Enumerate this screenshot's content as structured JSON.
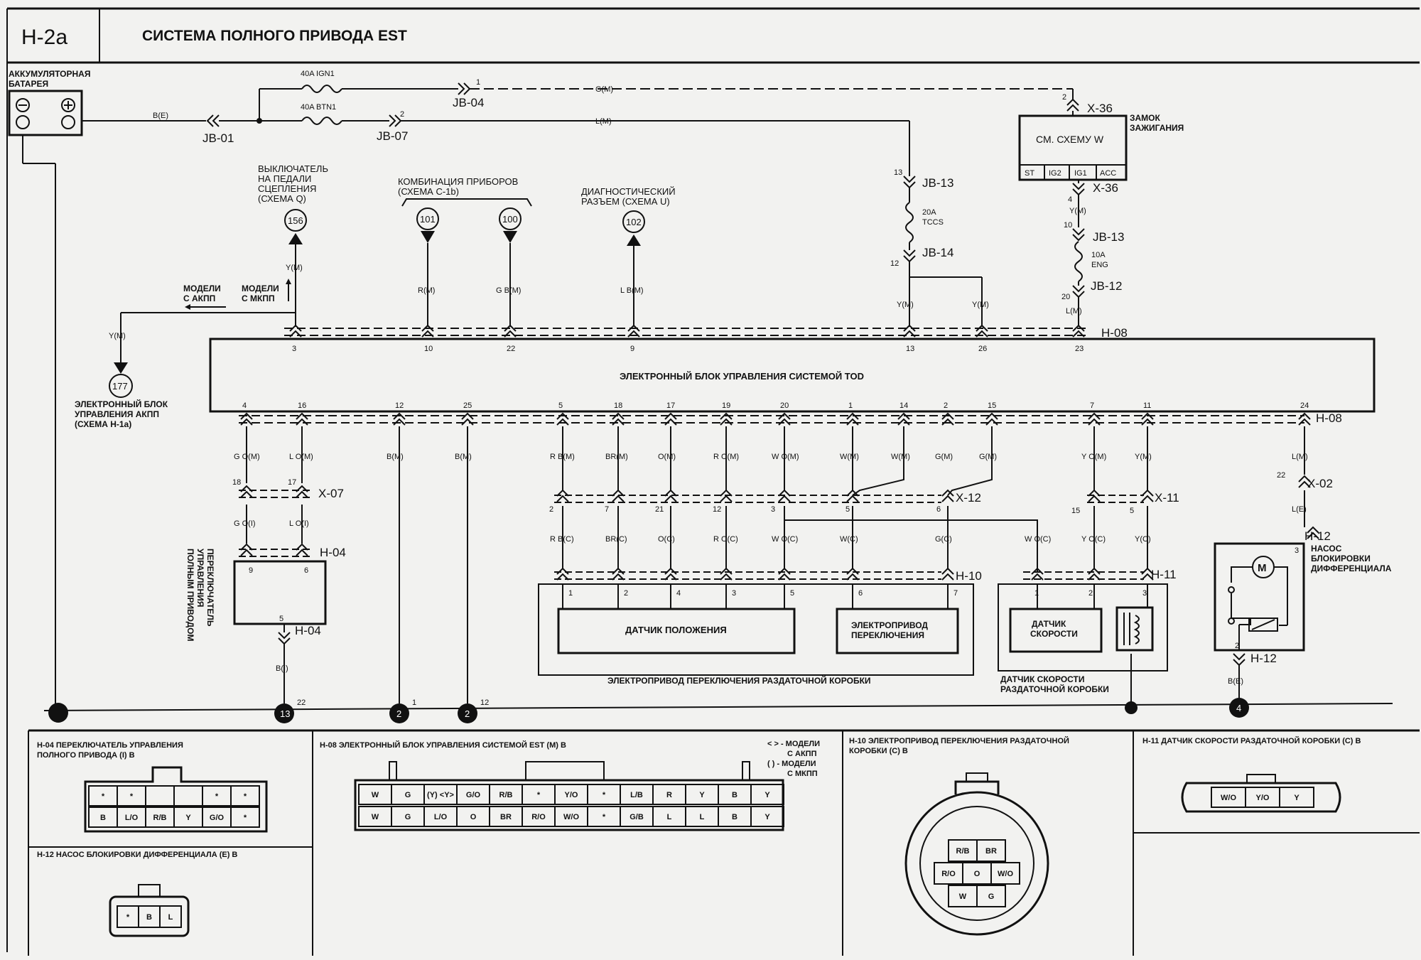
{
  "header": {
    "code": "H-2a",
    "title": "СИСТЕМА ПОЛНОГО ПРИВОДА EST"
  },
  "battery": {
    "label_line1": "АККУМУЛЯТОРНАЯ",
    "label_line2": "БАТАРЕЯ",
    "wire": "B(E)"
  },
  "fuses": {
    "ign1": "40A IGN1",
    "btn1": "40A BTN1",
    "jb01": "JB-01",
    "jb04": "JB-04",
    "jb07": "JB-07",
    "jb04_pin": "1",
    "jb07_pin": "2",
    "wire_g": "G(M)",
    "wire_l": "L(M)",
    "jb13_top": "JB-13",
    "jb13_top_pin": "13",
    "tccs_line1": "20A",
    "tccs_line2": "TCCS",
    "jb14": "JB-14",
    "jb14_pin": "12",
    "wire_y_left": "Y(M)",
    "wire_y_right": "Y(M)"
  },
  "ignition": {
    "label_line1": "ЗАМОК",
    "label_line2": "ЗАЖИГАНИЯ",
    "box_text": "СМ. СХЕМУ W",
    "pins": [
      "ST",
      "IG2",
      "IG1",
      "ACC"
    ],
    "x36_top": "X-36",
    "x36_top_pin": "2",
    "x36_bottom": "X-36",
    "x36_bottom_pin": "4",
    "wire_y": "Y(M)",
    "jb13": "JB-13",
    "jb13_pin": "10",
    "eng_line1": "10A",
    "eng_line2": "ENG",
    "jb12": "JB-12",
    "jb12_pin": "20",
    "wire_l": "L(M)",
    "h08": "H-08"
  },
  "references": {
    "clutch": {
      "lines": [
        "ВЫКЛЮЧАТЕЛЬ",
        "НА ПЕДАЛИ",
        "СЦЕПЛЕНИЯ",
        "(СХЕМА Q)"
      ],
      "num": "156",
      "wire": "Y(M)"
    },
    "cluster": {
      "lines": [
        "КОМБИНАЦИЯ ПРИБОРОВ",
        "(СХЕМА C-1b)"
      ],
      "num1": "101",
      "num2": "100",
      "wire1": "R(M)",
      "wire2": "G B(M)"
    },
    "diag": {
      "lines": [
        "ДИАГНОСТИЧЕСКИЙ",
        "РАЗЪЕМ (СХЕМА U)"
      ],
      "num": "102",
      "wire": "L B(M)"
    },
    "ecu_at": {
      "lines": [
        "ЭЛЕКТРОННЫЙ БЛОК",
        "УПРАВЛЕНИЯ АКПП",
        "(СХЕМА H-1a)"
      ],
      "num": "177",
      "wire": "Y(M)"
    },
    "models_at": [
      "МОДЕЛИ",
      "С АКПП"
    ],
    "models_mt": [
      "МОДЕЛИ",
      "С МКПП"
    ]
  },
  "ecu": {
    "title": "ЭЛЕКТРОННЫЙ БЛОК УПРАВЛЕНИЯ СИСТЕМОЙ TOD",
    "top_pins": [
      "3",
      "10",
      "22",
      "9",
      "13",
      "26",
      "23"
    ],
    "bottom_pins": [
      "4",
      "16",
      "12",
      "25",
      "5",
      "18",
      "17",
      "19",
      "20",
      "1",
      "14",
      "2",
      "15",
      "7",
      "11",
      "24"
    ],
    "h08_bottom": "H-08"
  },
  "lower_wires": {
    "top_row": [
      "G O(M)",
      "L O(M)",
      "B(M)",
      "B(M)",
      "R B(M)",
      "BR(M)",
      "O(M)",
      "R O(M)",
      "W O(M)",
      "W(M)",
      "W(M)",
      "G(M)",
      "G(M)",
      "Y O(M)",
      "Y(M)",
      "L(M)"
    ],
    "x07": "X-07",
    "x07_pins": [
      "18",
      "17"
    ],
    "x12": "X-12",
    "x12_pins": [
      "2",
      "7",
      "21",
      "12",
      "3",
      "5",
      "6"
    ],
    "x11": "X-11",
    "x11_pins": [
      "15",
      "5"
    ],
    "x02": "X-02",
    "x02_pin": "22",
    "mid_row": [
      "G O(I)",
      "L O(I)",
      "R B(C)",
      "BR(C)",
      "O(C)",
      "R O(C)",
      "W O(C)",
      "W(C)",
      "G(C)",
      "W O(C)",
      "Y O(C)",
      "Y(C)",
      "L(E)"
    ],
    "h04": "H-04",
    "h04_pins": [
      "9",
      "6"
    ],
    "h04_bottom": "H-04",
    "h04_bottom_pin": "5",
    "wire_b_i": "B(I)",
    "h10": "H-10",
    "h10_pins": [
      "1",
      "2",
      "4",
      "3",
      "5",
      "6",
      "7"
    ],
    "h11": "H-11",
    "h11_pins": [
      "1",
      "2",
      "3"
    ],
    "h12_top": "H-12",
    "h12_top_pin": "3",
    "h12_bottom": "H-12",
    "h12_bottom_pin": "2",
    "wire_b_e": "B(E)"
  },
  "components": {
    "switch_vertical": [
      "ПЕРЕКЛЮЧАТЕЛЬ",
      "УПРАВЛЕНИЯ",
      "ПОЛНЫМ ПРИВОДОМ"
    ],
    "position_sensor": "ДАТЧИК ПОЛОЖЕНИЯ",
    "shift_motor": [
      "ЭЛЕКТРОПРИВОД",
      "ПЕРЕКЛЮЧЕНИЯ"
    ],
    "transfer_motor": "ЭЛЕКТРОПРИВОД ПЕРЕКЛЮЧЕНИЯ РАЗДАТОЧНОЙ КОРОБКИ",
    "speed_sensor": [
      "ДАТЧИК",
      "СКОРОСТИ"
    ],
    "speed_sensor_assy": [
      "ДАТЧИК СКОРОСТИ",
      "РАЗДАТОЧНОЙ КОРОБКИ"
    ],
    "pump": [
      "НАСОС",
      "БЛОКИРОВКИ",
      "ДИФФЕРЕНЦИАЛА"
    ]
  },
  "grounds": {
    "g13": "13",
    "g13_pin": "22",
    "g2a": "2",
    "g2a_pin": "1",
    "g2b": "2",
    "g2b_pin": "12",
    "g4": "4"
  },
  "connectors": {
    "h04": {
      "title_line1": "H-04 ПЕРЕКЛЮЧАТЕЛЬ УПРАВЛЕНИЯ",
      "title_line2": "ПОЛНОГО ПРИВОДА (I) B",
      "row1": [
        "*",
        "*",
        "",
        "",
        "*",
        "*"
      ],
      "row2": [
        "B",
        "L/O",
        "R/B",
        "Y",
        "G/O",
        "*"
      ]
    },
    "h08": {
      "title": "H-08 ЭЛЕКТРОННЫЙ БЛОК УПРАВЛЕНИЯ СИСТЕМОЙ EST (M) B",
      "legend_line1": "< > - МОДЕЛИ",
      "legend_line2": "С АКПП",
      "legend_line3": "( ) - МОДЕЛИ",
      "legend_line4": "С МКПП",
      "row1": [
        "W",
        "G",
        "(Y) <Y>",
        "G/O",
        "R/B",
        "*",
        "Y/O",
        "*",
        "L/B",
        "R",
        "Y",
        "B",
        "Y"
      ],
      "row2": [
        "W",
        "G",
        "L/O",
        "O",
        "BR",
        "R/O",
        "W/O",
        "*",
        "G/B",
        "L",
        "L",
        "B",
        "Y"
      ]
    },
    "h10": {
      "title_line1": "H-10 ЭЛЕКТРОПРИВОД ПЕРЕКЛЮЧЕНИЯ РАЗДАТОЧНОЙ",
      "title_line2": "КОРОБКИ (C) B",
      "row1": [
        "R/B",
        "BR"
      ],
      "row2": [
        "R/O",
        "O",
        "W/O"
      ],
      "row3": [
        "W",
        "G"
      ]
    },
    "h11": {
      "title": "H-11 ДАТЧИК СКОРОСТИ РАЗДАТОЧНОЙ КОРОБКИ (C) B",
      "row": [
        "W/O",
        "Y/O",
        "Y"
      ]
    },
    "h12": {
      "title": "H-12 НАСОС БЛОКИРОВКИ ДИФФЕРЕНЦИАЛА (E) B",
      "row": [
        "*",
        "B",
        "L"
      ]
    }
  }
}
